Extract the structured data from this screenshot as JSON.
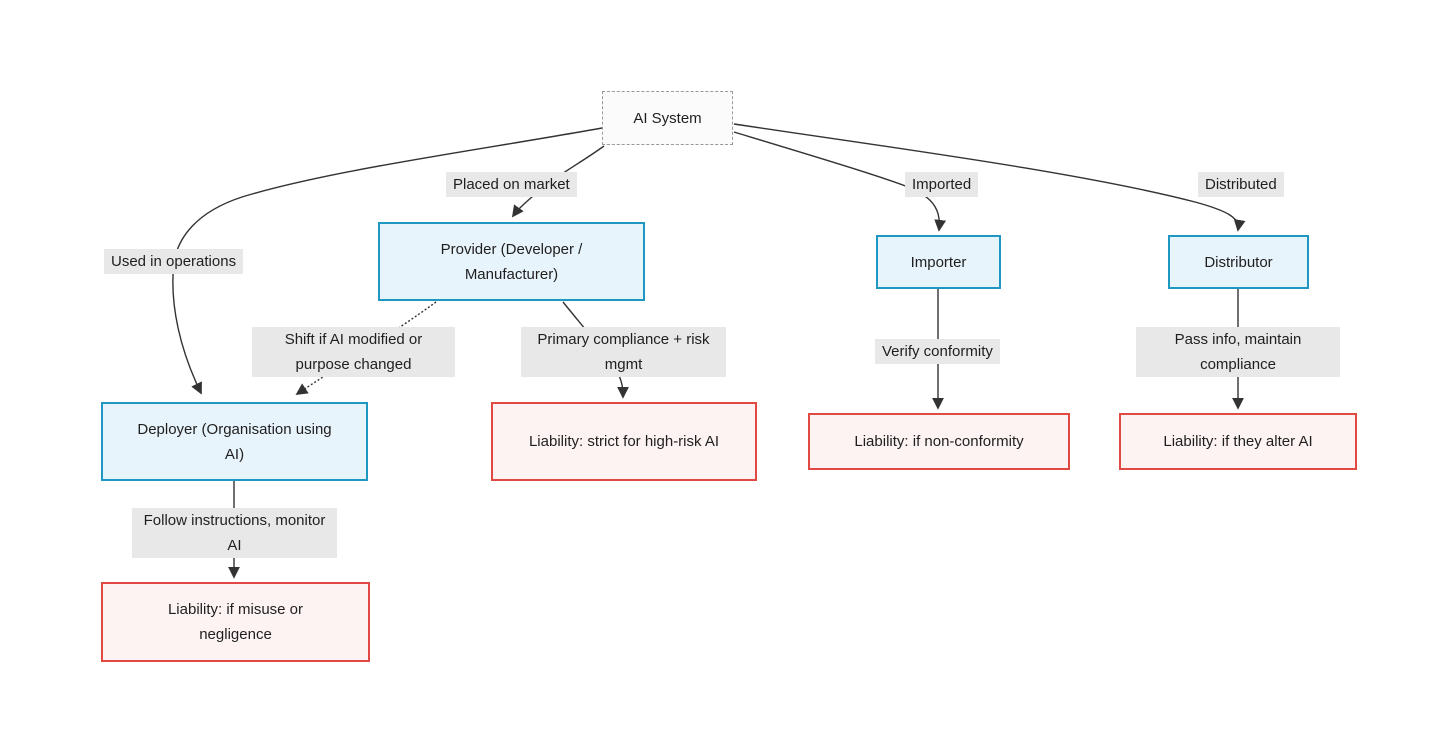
{
  "diagram": {
    "type": "flowchart",
    "nodes": {
      "ai_system": {
        "label": "AI System"
      },
      "provider": {
        "label": "Provider (Developer / Manufacturer)"
      },
      "deployer": {
        "label": "Deployer (Organisation using AI)"
      },
      "importer": {
        "label": "Importer"
      },
      "distributor": {
        "label": "Distributor"
      },
      "liability_provider": {
        "label": "Liability: strict for high-risk AI"
      },
      "liability_deployer": {
        "label": "Liability: if misuse or negligence"
      },
      "liability_importer": {
        "label": "Liability: if non-conformity"
      },
      "liability_distributor": {
        "label": "Liability: if they alter AI"
      }
    },
    "edge_labels": {
      "used_in_operations": "Used in operations",
      "placed_on_market": "Placed on market",
      "imported": "Imported",
      "distributed": "Distributed",
      "shift": "Shift if AI modified or purpose changed",
      "primary_compliance": "Primary compliance + risk mgmt",
      "verify_conformity": "Verify conformity",
      "pass_info": "Pass info, maintain compliance",
      "follow_instructions": "Follow instructions, monitor AI"
    },
    "colors": {
      "role_fill": "#e8f4fb",
      "role_border": "#1e97c2",
      "liability_fill": "#fdf3f2",
      "liability_border": "#e04a42",
      "root_fill": "#fbfbfb",
      "root_border": "#999999",
      "label_bg": "#e8e8e8",
      "edge": "#333333",
      "text": "#1f1f1f"
    }
  }
}
